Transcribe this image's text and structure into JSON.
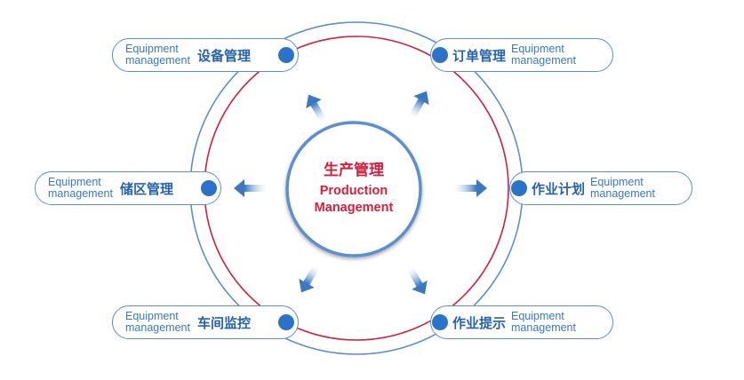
{
  "center": {
    "title_zh": "生产管理",
    "title_en_line1": "Production",
    "title_en_line2": "Management"
  },
  "nodes": [
    {
      "id": "top-left",
      "label_zh": "设备管理",
      "label_en_1": "Equipment",
      "label_en_2": "management"
    },
    {
      "id": "top-right",
      "label_zh": "订单管理",
      "label_en_1": "Equipment",
      "label_en_2": "management"
    },
    {
      "id": "mid-left",
      "label_zh": "储区管理",
      "label_en_1": "Equipment",
      "label_en_2": "management"
    },
    {
      "id": "mid-right",
      "label_zh": "作业计划",
      "label_en_1": "Equipment",
      "label_en_2": "management"
    },
    {
      "id": "bottom-left",
      "label_zh": "车间监控",
      "label_en_1": "Equipment",
      "label_en_2": "management"
    },
    {
      "id": "bottom-right",
      "label_zh": "作业提示",
      "label_en_1": "Equipment",
      "label_en_2": "management"
    }
  ],
  "colors": {
    "blue": "#2b73c8",
    "red": "#d61d3b",
    "light_blue": "#5b8fd0"
  }
}
